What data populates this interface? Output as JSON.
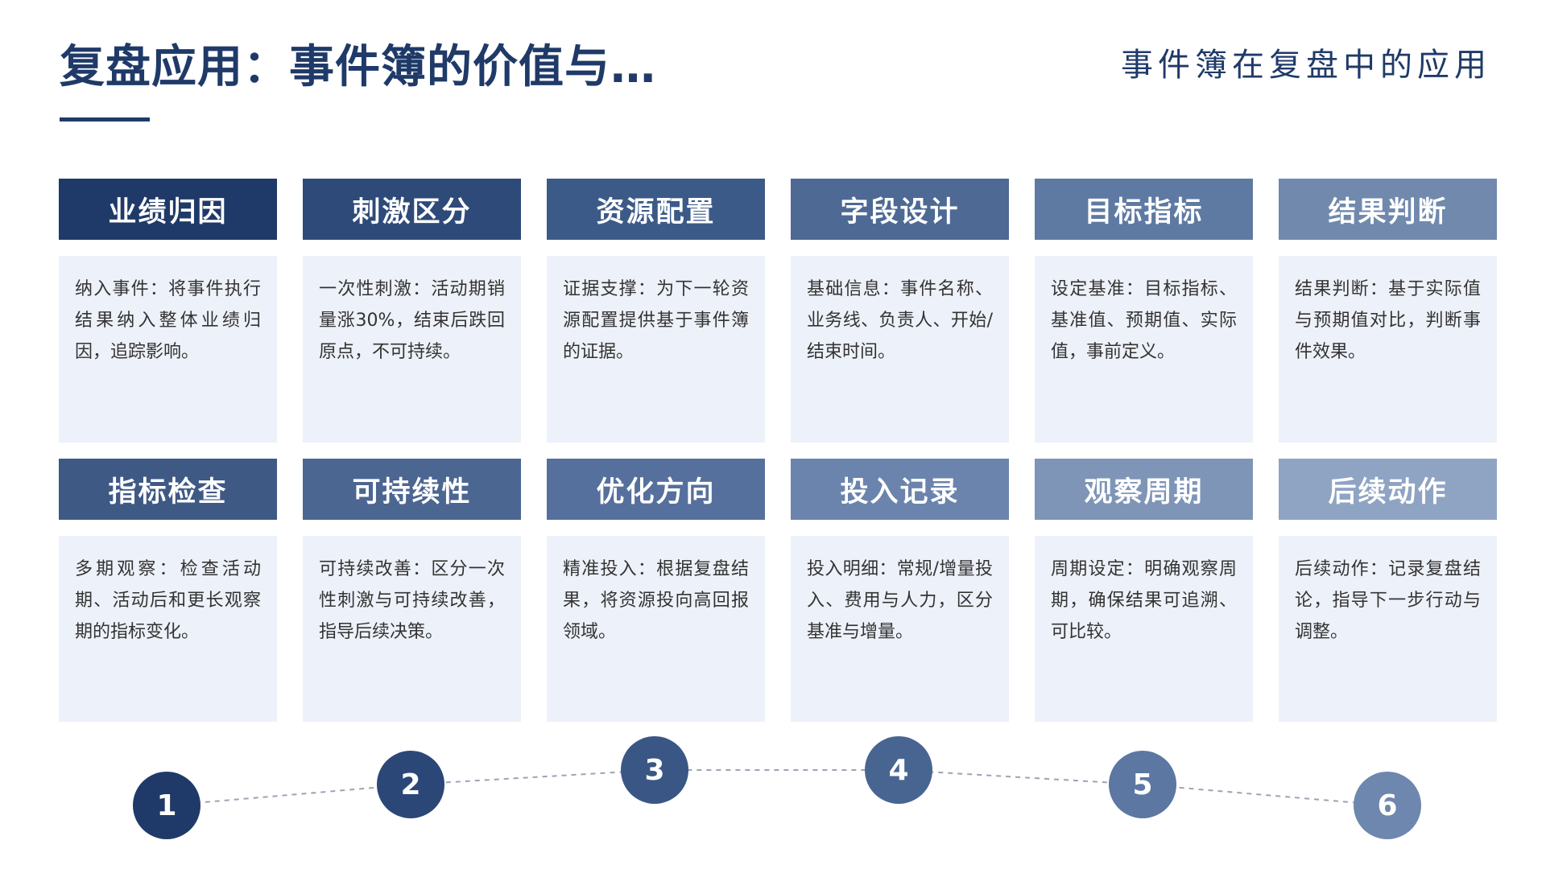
{
  "header": {
    "title": "复盘应用：事件簿的价值与…",
    "subtitle": "事件簿在复盘中的应用"
  },
  "colors": {
    "title": "#1f3a68",
    "card_body_bg": "#edf1f9",
    "head_row1": [
      "#1f3a68",
      "#2e4a79",
      "#3c5a88",
      "#4d6994",
      "#5f7aa2",
      "#7089ad"
    ],
    "head_row2": [
      "#3f5985",
      "#4c6692",
      "#56709d",
      "#6b84ad",
      "#7f95b7",
      "#8fa4c3"
    ],
    "nodes": [
      "#1f3a68",
      "#2b4777",
      "#3a5685",
      "#486592",
      "#5b77a2",
      "#6e87ae"
    ]
  },
  "cards_row1": [
    {
      "title": "业绩归因",
      "text": "纳入事件：将事件执行结果纳入整体业绩归因，追踪影响。"
    },
    {
      "title": "刺激区分",
      "text": "一次性刺激：活动期销量涨30%，结束后跌回原点，不可持续。"
    },
    {
      "title": "资源配置",
      "text": "证据支撑：为下一轮资源配置提供基于事件簿的证据。"
    },
    {
      "title": "字段设计",
      "text": "基础信息：事件名称、业务线、负责人、开始/结束时间。"
    },
    {
      "title": "目标指标",
      "text": "设定基准：目标指标、基准值、预期值、实际值，事前定义。"
    },
    {
      "title": "结果判断",
      "text": "结果判断：基于实际值与预期值对比，判断事件效果。"
    }
  ],
  "cards_row2": [
    {
      "title": "指标检查",
      "text": "多期观察：检查活动期、活动后和更长观察期的指标变化。"
    },
    {
      "title": "可持续性",
      "text": "可持续改善：区分一次性刺激与可持续改善，指导后续决策。"
    },
    {
      "title": "优化方向",
      "text": "精准投入：根据复盘结果，将资源投向高回报领域。"
    },
    {
      "title": "投入记录",
      "text": "投入明细：常规/增量投入、费用与人力，区分基准与增量。"
    },
    {
      "title": "观察周期",
      "text": "周期设定：明确观察周期，确保结果可追溯、可比较。"
    },
    {
      "title": "后续动作",
      "text": "后续动作：记录复盘结论，指导下一步行动与调整。"
    }
  ],
  "timeline": {
    "steps": [
      "1",
      "2",
      "3",
      "4",
      "5",
      "6"
    ]
  }
}
